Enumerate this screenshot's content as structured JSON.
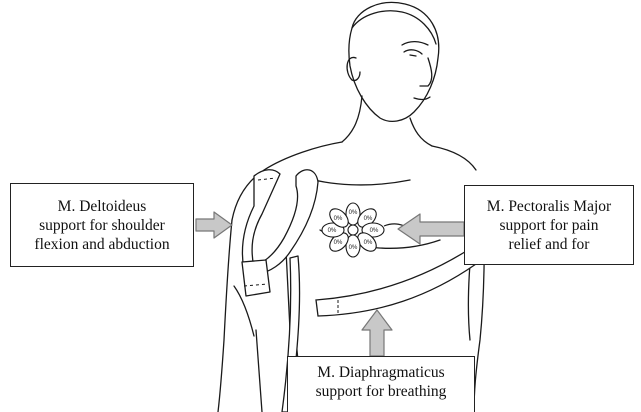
{
  "labels": {
    "deltoid": {
      "line1": "M. Deltoideus",
      "line2": "support for shoulder",
      "line3": "flexion and abduction"
    },
    "pectoral": {
      "line1": "M. Pectoralis Major",
      "line2": "support for pain",
      "line3": "relief and for"
    },
    "diaphragm": {
      "line1": "M. Diaphragmaticus",
      "line2": "support for breathing"
    }
  },
  "tape_marks": [
    "0%",
    "0%",
    "0%",
    "0%",
    "0%",
    "0%",
    "0%",
    "0%"
  ],
  "colors": {
    "line": "#1a1a1a",
    "arrow_fill": "#c8c8c8",
    "arrow_stroke": "#777777",
    "box_border": "#222222"
  }
}
